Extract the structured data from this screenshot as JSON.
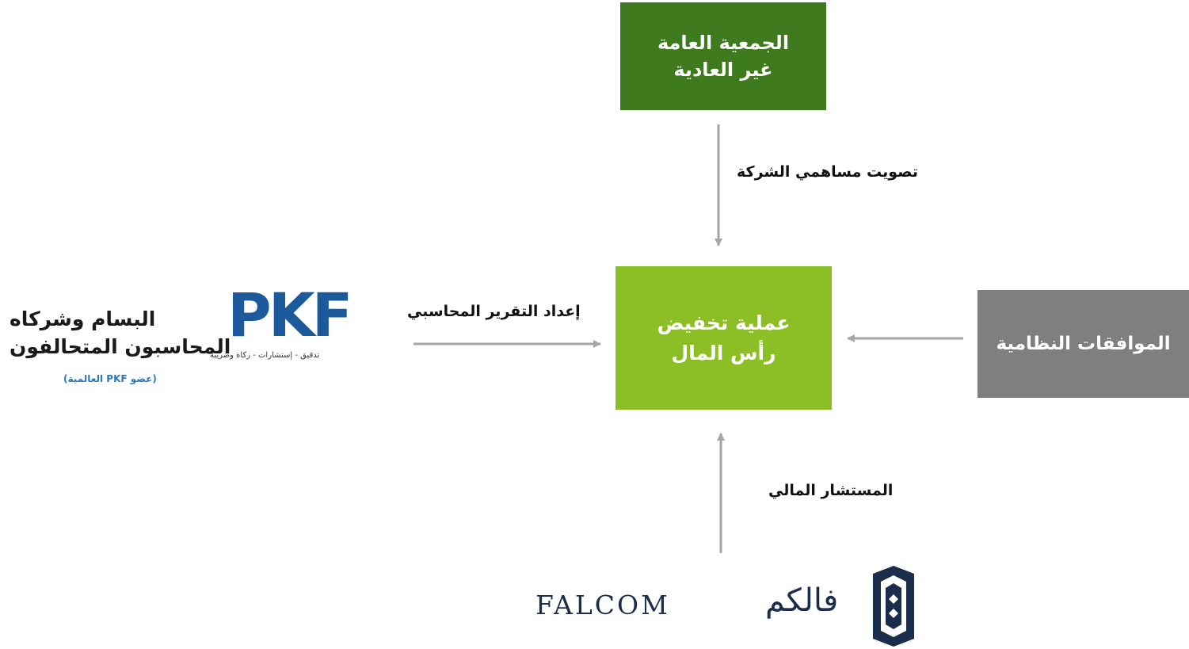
{
  "colors": {
    "top_box": "#3f7a1e",
    "center_box": "#8cbf26",
    "right_box": "#7f7f7f",
    "arrow": "#a6a6a6",
    "pkf_blue": "#1c5a9b",
    "pkf_member_text": "#2a7ab8",
    "falcom_navy": "#1a2d4a"
  },
  "nodes": {
    "top": {
      "line1": "الجمعية العامة",
      "line2": "غير العادية"
    },
    "center": {
      "line1": "عملية تخفيض",
      "line2": "رأس المال"
    },
    "right": {
      "label": "الموافقات النظامية"
    }
  },
  "edges": {
    "top_label": "تصويت مساهمي الشركة",
    "left_label": "إعداد التقرير المحاسبي",
    "bottom_label": "المستشار المالي"
  },
  "logos": {
    "pkf": {
      "mark": "PKF",
      "tagline": "تدقيق - إستشارات - زكاة وضريبة",
      "line1": "البسام وشركاه",
      "line2": "المحاسبون المتحالفون",
      "line3": "(عضو PKF العالمية)"
    },
    "falcom": {
      "arabic": "فالكم",
      "english": "FALCOM",
      "emblem_icon": "falcom-emblem-icon"
    }
  }
}
